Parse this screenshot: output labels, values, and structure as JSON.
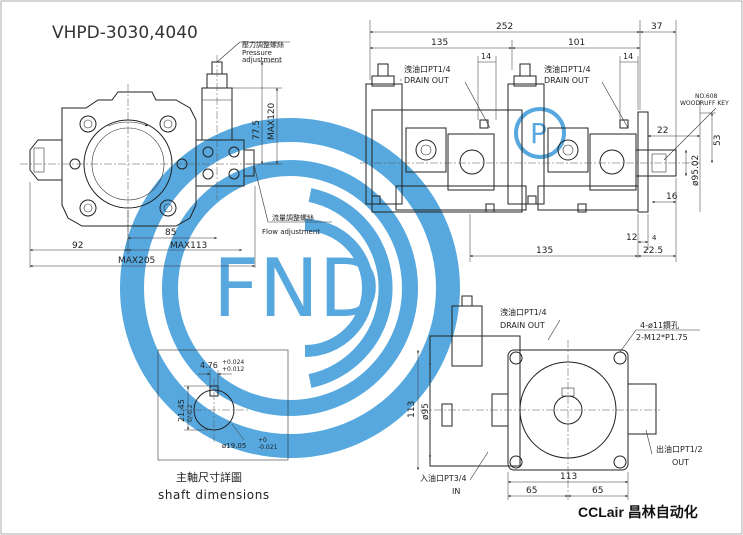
{
  "title": "VHPD-3030,4040",
  "brand": "CCLair 昌林自动化",
  "watermark": {
    "text": "FND",
    "color": "#3a9ad9",
    "badge": "P"
  },
  "front_view": {
    "pressure_label_cn": "壓力調整螺絲",
    "pressure_label_en1": "Pressure",
    "pressure_label_en2": "adjustment",
    "flow_label_cn": "流量調整螺絲",
    "flow_label_en": "Flow adjustment",
    "dims": {
      "max120": "MAX120",
      "d77_5": "77.5",
      "d85": "85",
      "max113": "MAX113",
      "d92": "92",
      "max205": "MAX205"
    }
  },
  "side_view": {
    "drain_label_1": "洩油口PT1/4",
    "drain_label_2": "DRAIN OUT",
    "drain_label_3": "洩油口PT1/4",
    "drain_label_4": "DRAIN OUT",
    "key_label_1": "NO.608",
    "key_label_2": "WOODRUFF KEY",
    "dims": {
      "d252": "252",
      "d37": "37",
      "d135_top": "135",
      "d101": "101",
      "d14_a": "14",
      "d14_b": "14",
      "d22": "22",
      "d53": "53",
      "dia95_02": "ø95.02",
      "d16": "16",
      "d12": "12",
      "d4": "4",
      "d135_bottom": "135",
      "d22_5": "22.5"
    }
  },
  "bottom_view": {
    "drain_label_1": "洩油口PT1/4",
    "drain_label_2": "DRAIN OUT",
    "holes_label": "4-ø11鑽孔",
    "thread_label": "2-M12*P1.75",
    "outlet_label_1": "出油口PT1/2",
    "outlet_label_2": "OUT",
    "inlet_label_1": "入油口PT3/4",
    "inlet_label_2": "IN",
    "dims": {
      "d113_v": "113",
      "dia95": "ø95",
      "d113_h": "113",
      "d65_a": "65",
      "d65_b": "65"
    }
  },
  "shaft_detail": {
    "key_width": "4.76",
    "key_tol_up": "+0.024",
    "key_tol_low": "+0.012",
    "key_height": "21.45",
    "key_height_tol": "0/-0.2",
    "shaft_dia": "ø19.05",
    "shaft_tol_up": "+0",
    "shaft_tol_low": "-0.021",
    "caption_cn": "主軸尺寸詳圖",
    "caption_en": "shaft dimensions"
  }
}
